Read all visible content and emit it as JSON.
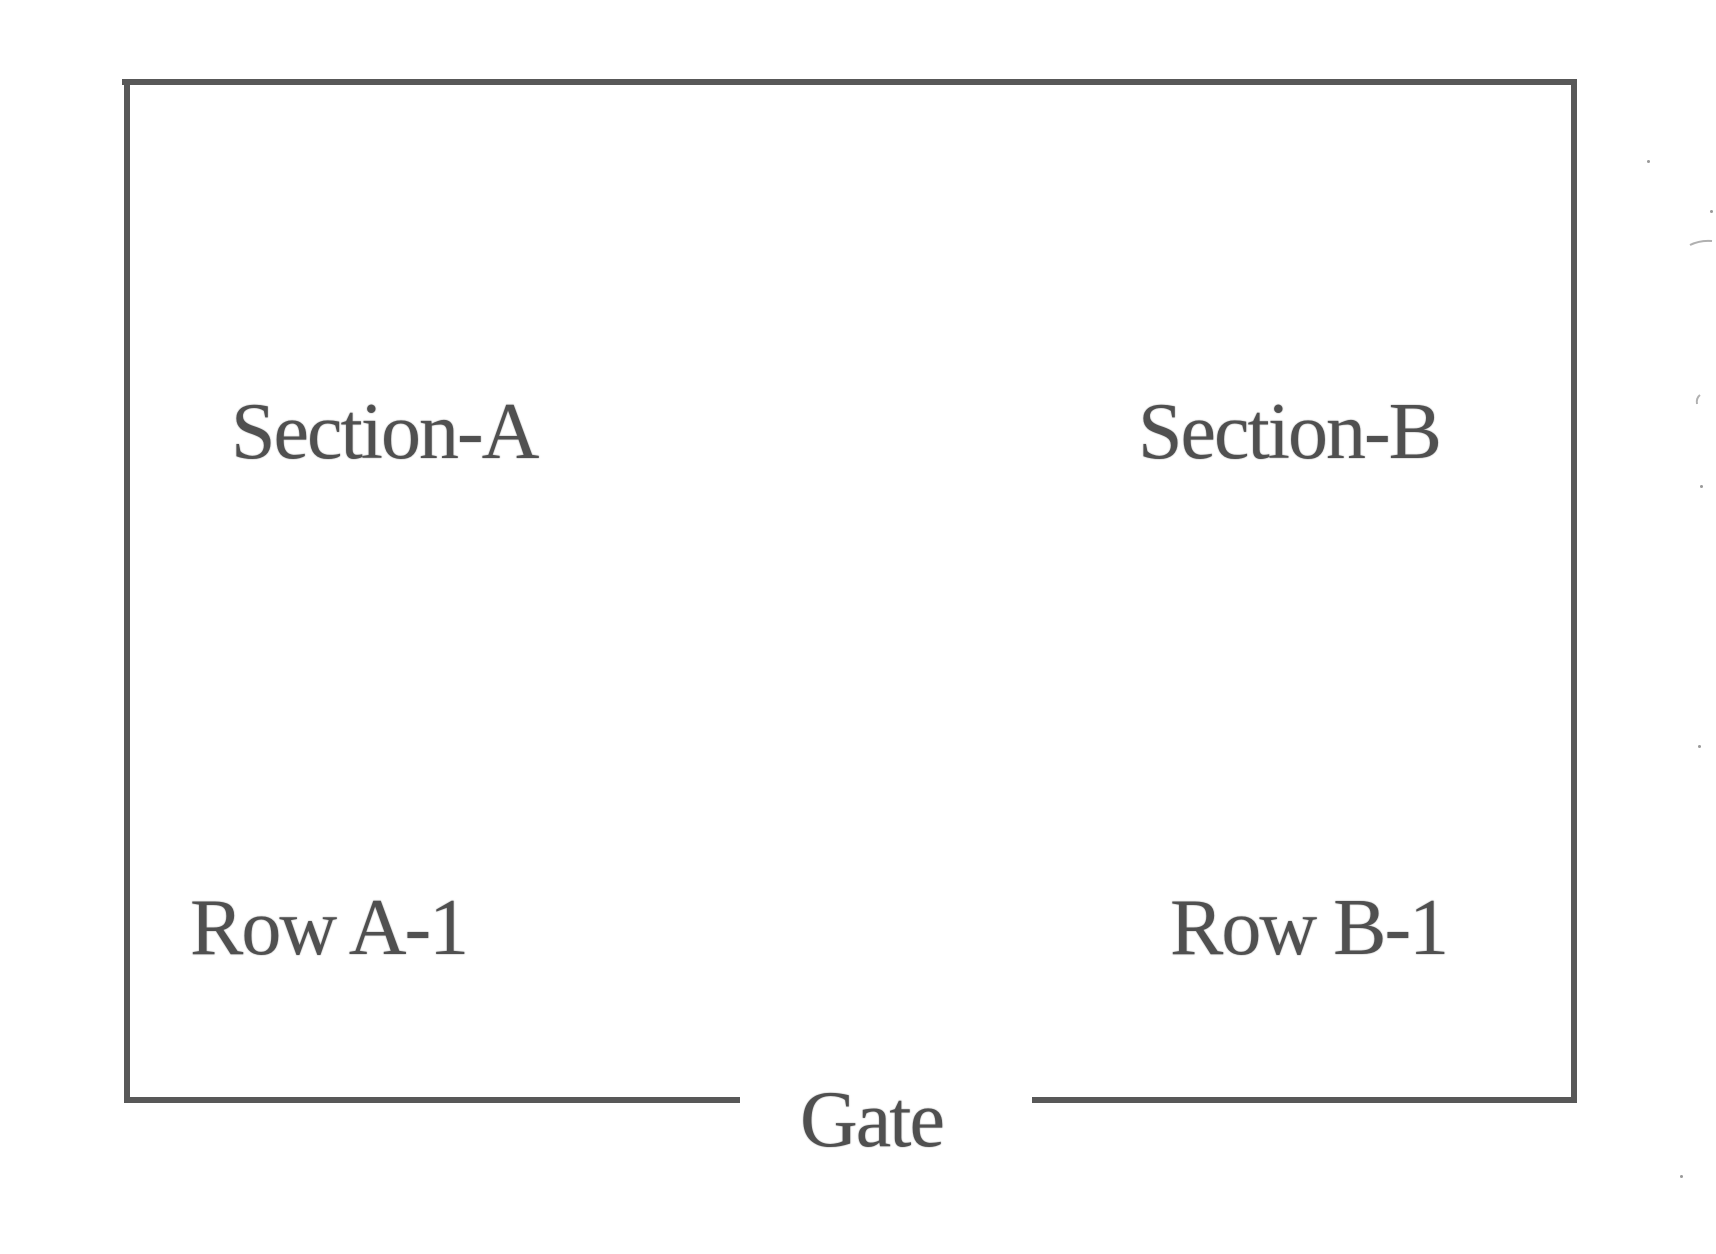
{
  "diagram": {
    "labels": {
      "section_a": "Section-A",
      "section_b": "Section-B",
      "row_a": "Row A-1",
      "row_b": "Row B-1",
      "gate": "Gate"
    },
    "colors": {
      "line": "#585858",
      "text": "#505050",
      "background": "#ffffff"
    }
  }
}
